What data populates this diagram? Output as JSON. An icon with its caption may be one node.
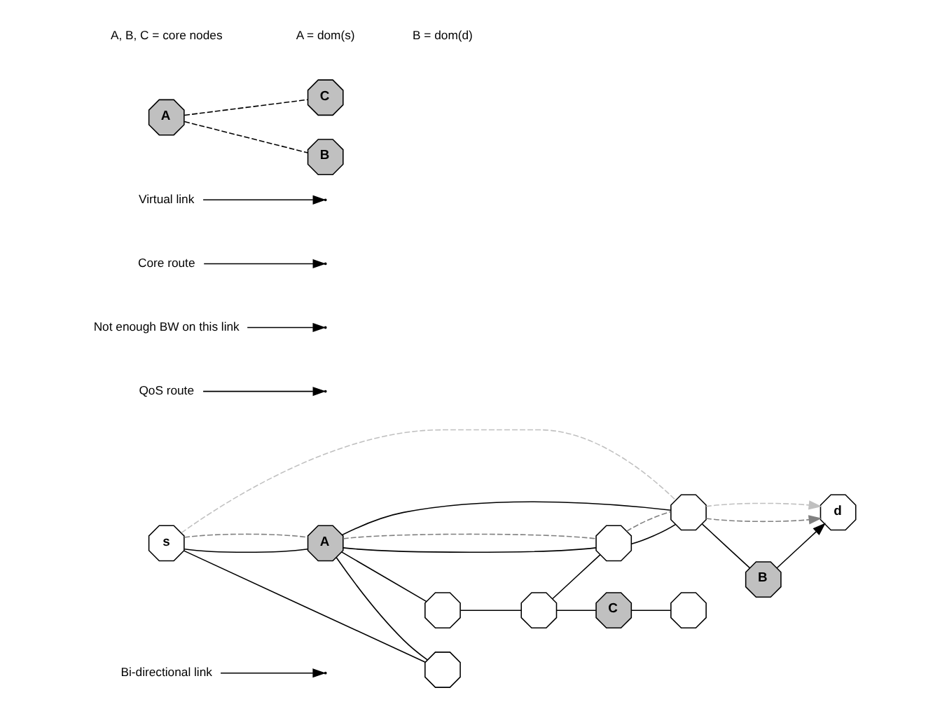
{
  "diagram": {
    "nodes": [
      {
        "text": [
          "Bi-directional link"
        ]
      },
      {
        "text": [
          "s"
        ]
      },
      {
        "text": [],
        "shape": "octagon"
      },
      {
        "text": [],
        "shape": "octagon"
      },
      {
        "text": [],
        "shape": "octagon"
      },
      {
        "text": [
          "A"
        ]
      },
      {
        "text": [],
        "shape": "octagon"
      },
      {
        "text": [
          "C"
        ]
      },
      {
        "text": [
          "QoS route"
        ]
      },
      {
        "text": [],
        "shape": "octagon"
      },
      {
        "text": [],
        "shape": "octagon"
      },
      {
        "text": [
          "B"
        ]
      },
      {
        "text": [
          "d"
        ]
      },
      {
        "text": [
          "Not enough BW on this link"
        ]
      },
      {
        "text": [
          "Core route"
        ]
      },
      {
        "text": [
          "Virtual link"
        ]
      },
      {
        "text": [
          "A"
        ]
      },
      {
        "text": [
          "C"
        ]
      },
      {
        "text": [
          "B"
        ]
      }
    ],
    "edges": [
      {
        "from": 1,
        "to": 5,
        "arrow": "none"
      },
      {
        "from": 1,
        "to": 9,
        "arrow": "none"
      },
      {
        "from": 5,
        "to": 2,
        "arrow": "none"
      },
      {
        "from": 5,
        "to": 6,
        "arrow": "none"
      },
      {
        "from": 5,
        "to": 9,
        "arrow": "none"
      },
      {
        "from": 5,
        "to": 10,
        "arrow": "none"
      },
      {
        "from": 2,
        "to": 3,
        "arrow": "none"
      },
      {
        "from": 3,
        "to": 6,
        "arrow": "none"
      },
      {
        "from": 3,
        "to": 7,
        "arrow": "none"
      },
      {
        "from": 7,
        "to": 4,
        "arrow": "none"
      },
      {
        "from": 6,
        "to": 10,
        "arrow": "none"
      },
      {
        "from": 10,
        "to": 11,
        "arrow": "none"
      },
      {
        "from": 11,
        "to": 12,
        "arrow": "to"
      },
      {
        "from": 1,
        "to": 5,
        "arrow": "none",
        "style": "dashed",
        "color": "#808080"
      },
      {
        "from": 5,
        "to": 6,
        "arrow": "none",
        "style": "dashed",
        "color": "#808080"
      },
      {
        "from": 6,
        "to": 10,
        "arrow": "none",
        "style": "dashed",
        "color": "#808080"
      },
      {
        "from": 10,
        "to": 12,
        "arrow": "to",
        "style": "dashed",
        "color": "#808080"
      },
      {
        "from": 1,
        "to": 10,
        "arrow": "none",
        "style": "dashed",
        "color": "#c0c0c0"
      },
      {
        "from": 10,
        "to": 12,
        "arrow": "to",
        "style": "dashed",
        "color": "#c0c0c0"
      },
      {
        "from": 0,
        "to": null,
        "arrow": "to"
      },
      {
        "from": 8,
        "to": null,
        "arrow": "to"
      },
      {
        "from": 13,
        "to": null,
        "arrow": "to"
      },
      {
        "from": 14,
        "to": null,
        "arrow": "to"
      },
      {
        "from": 15,
        "to": null,
        "arrow": "to"
      },
      {
        "from": 16,
        "to": 17,
        "arrow": "none",
        "style": "dashed"
      },
      {
        "from": 16,
        "to": 18,
        "arrow": "none",
        "style": "dashed"
      }
    ],
    "labels": [
      "A, B, C = core nodes",
      "A = dom(s)",
      "B = dom(d)"
    ]
  }
}
